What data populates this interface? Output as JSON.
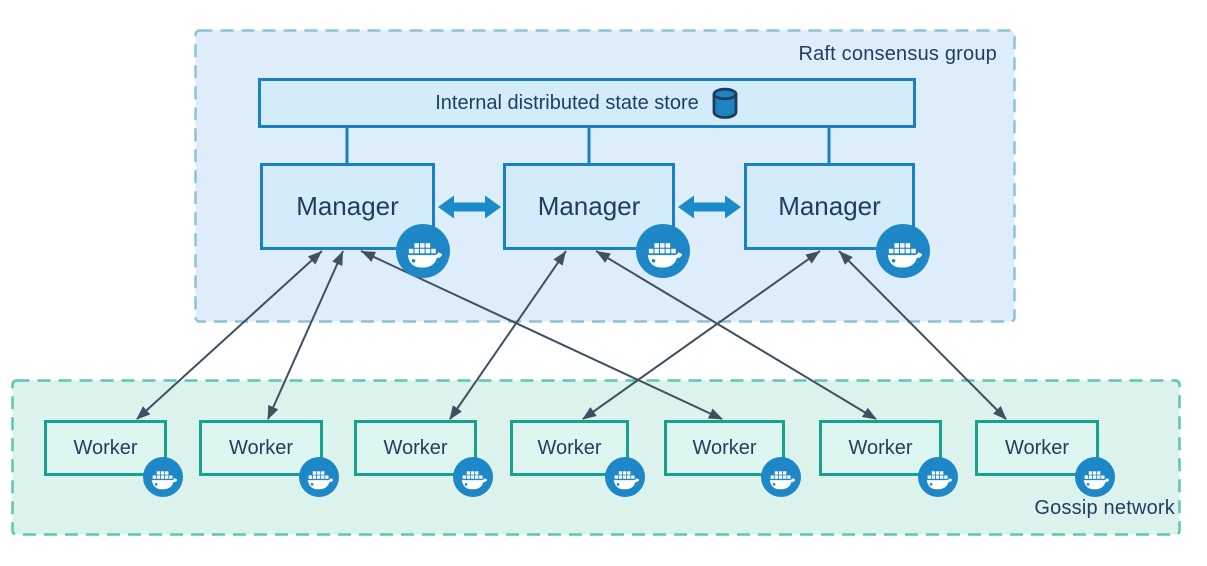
{
  "diagram": {
    "title_hint": "Docker Swarm architecture",
    "raft_group": {
      "label": "Raft consensus group"
    },
    "gossip_group": {
      "label": "Gossip network"
    },
    "state_store": {
      "label": "Internal distributed state store",
      "icon": "database-cylinder-icon"
    },
    "managers": [
      {
        "id": "manager-1",
        "label": "Manager",
        "icon": "docker-whale-icon"
      },
      {
        "id": "manager-2",
        "label": "Manager",
        "icon": "docker-whale-icon"
      },
      {
        "id": "manager-3",
        "label": "Manager",
        "icon": "docker-whale-icon"
      }
    ],
    "workers": [
      {
        "id": "worker-1",
        "label": "Worker",
        "icon": "docker-whale-icon"
      },
      {
        "id": "worker-2",
        "label": "Worker",
        "icon": "docker-whale-icon"
      },
      {
        "id": "worker-3",
        "label": "Worker",
        "icon": "docker-whale-icon"
      },
      {
        "id": "worker-4",
        "label": "Worker",
        "icon": "docker-whale-icon"
      },
      {
        "id": "worker-5",
        "label": "Worker",
        "icon": "docker-whale-icon"
      },
      {
        "id": "worker-6",
        "label": "Worker",
        "icon": "docker-whale-icon"
      },
      {
        "id": "worker-7",
        "label": "Worker",
        "icon": "docker-whale-icon"
      }
    ],
    "store_links": [
      "manager-1",
      "manager-2",
      "manager-3"
    ],
    "manager_peer_links": [
      {
        "a": "manager-1",
        "b": "manager-2",
        "style": "thick-double-arrow"
      },
      {
        "a": "manager-2",
        "b": "manager-3",
        "style": "thick-double-arrow"
      }
    ],
    "edges": [
      {
        "from": "manager-1",
        "to": "worker-1",
        "style": "double-arrow"
      },
      {
        "from": "manager-1",
        "to": "worker-2",
        "style": "double-arrow"
      },
      {
        "from": "manager-1",
        "to": "worker-5",
        "style": "double-arrow"
      },
      {
        "from": "manager-2",
        "to": "worker-3",
        "style": "double-arrow"
      },
      {
        "from": "manager-2",
        "to": "worker-6",
        "style": "double-arrow"
      },
      {
        "from": "manager-3",
        "to": "worker-4",
        "style": "double-arrow"
      },
      {
        "from": "manager-3",
        "to": "worker-7",
        "style": "double-arrow"
      }
    ],
    "colors": {
      "raft_bg": "#ddeefa",
      "raft_border": "#8fc0e0",
      "blue_node_bg": "#d4ebfa",
      "blue_node_border": "#1a80c4",
      "gossip_bg": "#dcf2ec",
      "gossip_border": "#5fc5b3",
      "worker_bg": "#def6f0",
      "worker_border": "#16a28f",
      "docker_badge": "#1d87c7",
      "thick_arrow": "#1b8aca",
      "edge_line": "#40505f",
      "text_dark": "#1f3d5f"
    }
  }
}
